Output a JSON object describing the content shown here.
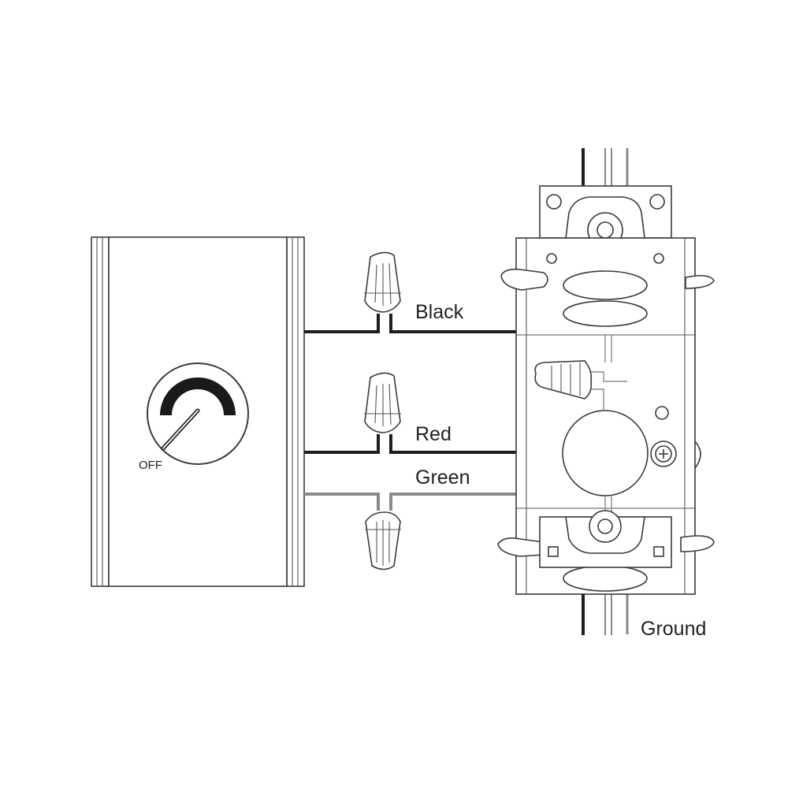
{
  "dimmer": {
    "knob_label": "OFF"
  },
  "wires": {
    "black": {
      "label": "Black",
      "color": "#1e1e1e"
    },
    "red": {
      "label": "Red",
      "color": "#1e1e1e"
    },
    "green": {
      "label": "Green",
      "color": "#8a8a8a"
    },
    "ground": {
      "label": "Ground",
      "color": "#8a8a8a"
    }
  }
}
